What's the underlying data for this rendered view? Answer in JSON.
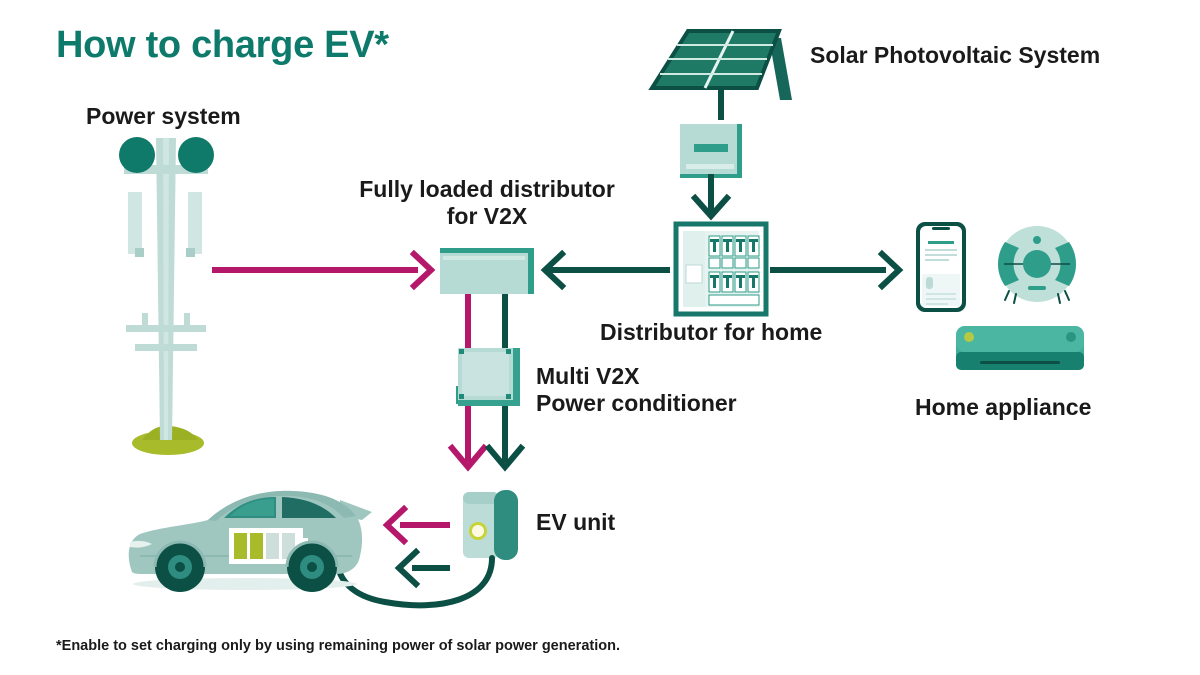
{
  "page": {
    "title": "How to charge EV*",
    "footnote": "*Enable to set charging only by using remaining power of solar power generation.",
    "background": "#ffffff"
  },
  "colors": {
    "title_teal": "#0d7a6b",
    "dark_teal": "#0b4f45",
    "mid_teal": "#2e9d8a",
    "light_teal": "#a9d5ce",
    "pale_teal": "#c6e2de",
    "magenta": "#b5176b",
    "olive": "#a8bb2a",
    "text": "#1a1a1a"
  },
  "labels": {
    "power_system": "Power system",
    "fully_loaded_distributor": "Fully loaded distributor\nfor V2X",
    "solar_pv": "Solar Photovoltaic System",
    "distributor_home": "Distributor for home",
    "multi_v2x": "Multi V2X\nPower conditioner",
    "home_appliance": "Home appliance",
    "ev_unit": "EV unit"
  },
  "nodes": [
    {
      "id": "power-system",
      "name": "Power system",
      "icon": "transmission-tower-icon"
    },
    {
      "id": "fully-loaded",
      "name": "Fully loaded distributor for V2X",
      "icon": "distributor-box-icon"
    },
    {
      "id": "solar-panel",
      "name": "Solar Photovoltaic System",
      "icon": "solar-panel-icon"
    },
    {
      "id": "inverter",
      "name": "Solar inverter",
      "icon": "inverter-box-icon"
    },
    {
      "id": "distributor-home",
      "name": "Distributor for home",
      "icon": "breaker-panel-icon"
    },
    {
      "id": "power-conditioner",
      "name": "Multi V2X Power conditioner",
      "icon": "power-conditioner-icon"
    },
    {
      "id": "ev-unit",
      "name": "EV unit",
      "icon": "ev-charger-icon"
    },
    {
      "id": "electric-car",
      "name": "Electric vehicle",
      "icon": "electric-car-icon"
    },
    {
      "id": "smartphone",
      "name": "Smartphone",
      "icon": "smartphone-icon"
    },
    {
      "id": "robot-vacuum",
      "name": "Robot vacuum",
      "icon": "robot-vacuum-icon"
    },
    {
      "id": "air-conditioner",
      "name": "Air conditioner",
      "icon": "air-conditioner-icon"
    }
  ],
  "flows": [
    {
      "from": "power-system",
      "to": "fully-loaded",
      "color": "magenta",
      "direction": "right"
    },
    {
      "from": "distributor-home",
      "to": "fully-loaded",
      "color": "dark_teal",
      "direction": "left"
    },
    {
      "from": "inverter",
      "to": "distributor-home",
      "color": "dark_teal",
      "direction": "down"
    },
    {
      "from": "solar-panel",
      "to": "inverter",
      "color": "dark_teal",
      "direction": "down"
    },
    {
      "from": "distributor-home",
      "to": "home-appliance",
      "color": "dark_teal",
      "direction": "right"
    },
    {
      "from": "fully-loaded",
      "to": "ev-unit",
      "color": "magenta",
      "direction": "down"
    },
    {
      "from": "fully-loaded",
      "to": "ev-unit",
      "color": "dark_teal",
      "direction": "down"
    },
    {
      "from": "ev-unit",
      "to": "electric-car",
      "color": "magenta",
      "direction": "left"
    },
    {
      "from": "ev-unit",
      "to": "electric-car",
      "color": "dark_teal",
      "direction": "left"
    }
  ]
}
